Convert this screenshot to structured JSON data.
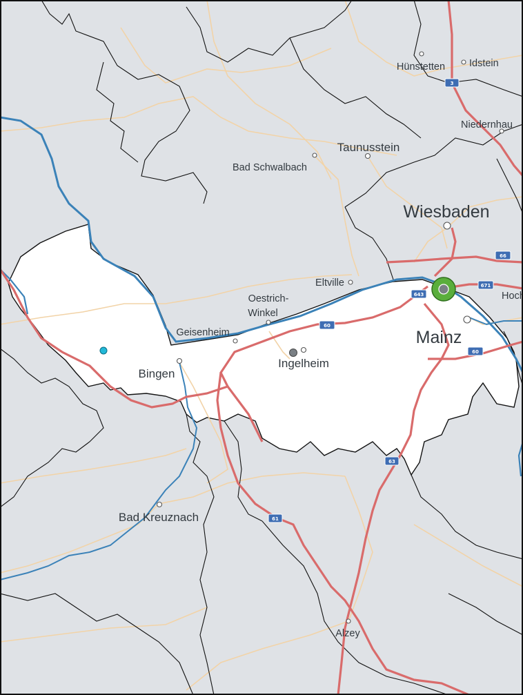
{
  "map": {
    "colors": {
      "background": "#dfe2e6",
      "highlight_region": "#ffffff",
      "border": "#111111",
      "river": "#3b82b8",
      "highway": "#d96b6b",
      "minor_road": "#f2d3a7",
      "selected_marker": "#5aae3c",
      "poi_marker": "#22b8d8",
      "ingelheim_marker": "#7a8085"
    },
    "cities": {
      "huenstetten": "Hünstetten",
      "idstein": "Idstein",
      "niedernhausen": "Niedernhau",
      "taunusstein": "Taunusstein",
      "bad_schwalbach": "Bad Schwalbach",
      "wiesbaden": "Wiesbaden",
      "eltville": "Eltville",
      "oestrich_line1": "Oestrich-",
      "oestrich_line2": "Winkel",
      "hoch": "Hoch",
      "geisenheim": "Geisenheim",
      "mainz": "Mainz",
      "ingelheim": "Ingelheim",
      "bingen": "Bingen",
      "bad_kreuznach": "Bad Kreuznach",
      "alzey": "Alzey"
    },
    "shields": {
      "a3": "3",
      "a66": "66",
      "a643": "643",
      "a671": "671",
      "a60_west": "60",
      "a60_east": "60",
      "a63": "63",
      "a61": "61"
    },
    "icons": {
      "selected": "selected-location-icon",
      "poi": "poi-marker-icon"
    }
  }
}
